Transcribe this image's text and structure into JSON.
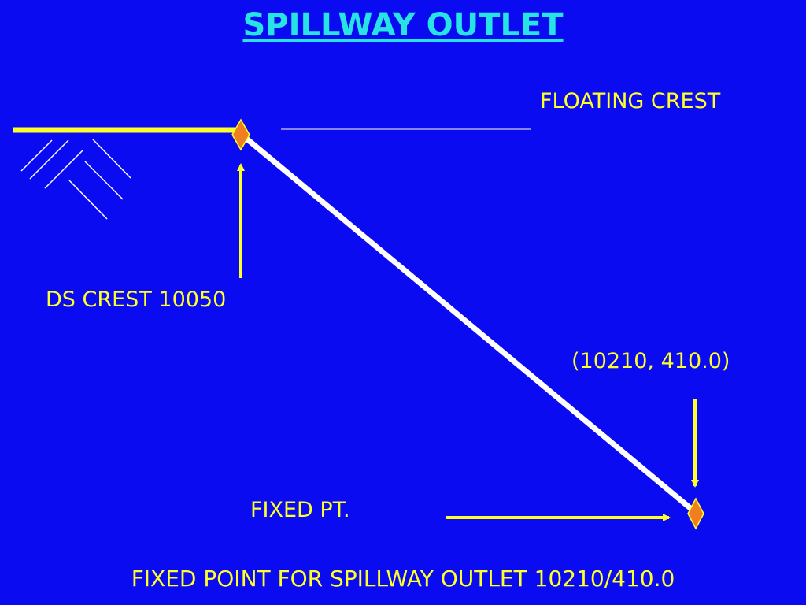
{
  "slide": {
    "title": "SPILLWAY OUTLET",
    "caption": "FIXED POINT FOR SPILLWAY OUTLET 10210/410.0"
  },
  "labels": {
    "floating_crest": "FLOATING CREST",
    "ds_crest": "DS CREST 10050",
    "coordinate": "(10210, 410.0)",
    "fixed_point": "FIXED PT."
  },
  "colors": {
    "background": "#0B0BF2",
    "title": "#27E3E3",
    "text": "#FFFF2A",
    "crest_line": "#FFFF2A",
    "slope_line": "#FFFFFF",
    "arrow": "#FFFF2A",
    "diamond_fill": "#F07F1F",
    "diamond_stroke": "#FFFF2A",
    "hatch": "#FFFFFF"
  },
  "icons": {
    "diamond": "orange-diamond-marker",
    "arrow": "yellow-arrow",
    "hatch": "ground-hatch"
  }
}
